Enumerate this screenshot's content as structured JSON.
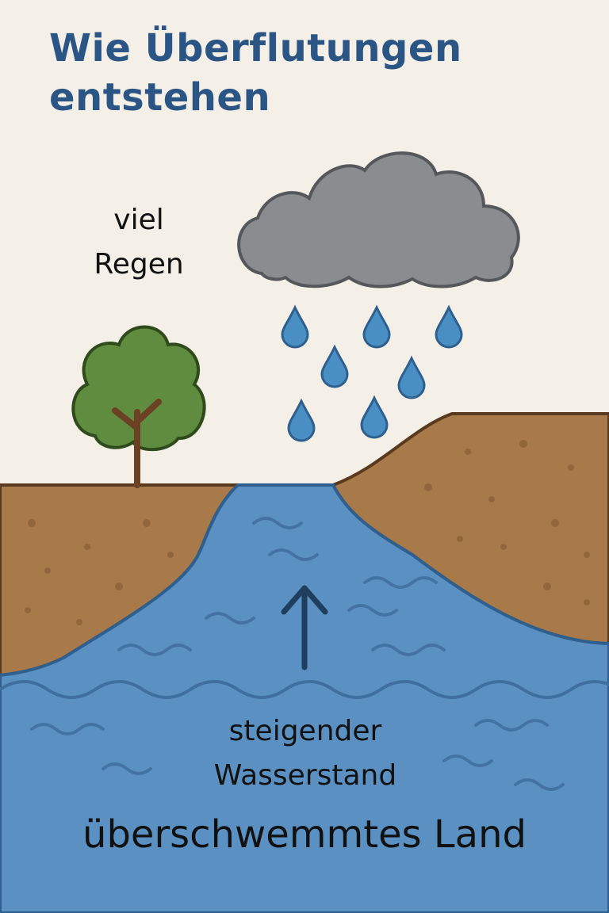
{
  "title": {
    "line1": "Wie Überflutungen",
    "line2": "entstehen"
  },
  "labels": {
    "rain_line1": "viel",
    "rain_line2": "Regen",
    "water_level_line1": "steigender",
    "water_level_line2": "Wasserstand",
    "flooded_land": "überschwemmtes Land"
  },
  "colors": {
    "background": "#f4f0e8",
    "title": "#2a5585",
    "cloud": "#8a8c8f",
    "raindrop": "#4a8fc4",
    "soil": "#a87a4a",
    "water": "#5a90c2",
    "tree_crown": "#5f8c3e",
    "tree_trunk": "#6b4023"
  },
  "icons": [
    "cloud-icon",
    "raindrop-icon",
    "tree-icon",
    "up-arrow-icon",
    "wave-icon"
  ]
}
